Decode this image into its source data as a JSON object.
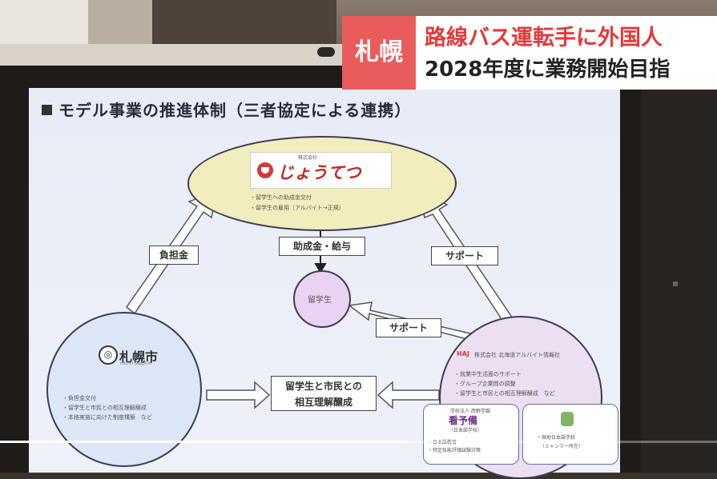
{
  "caption": {
    "location": "札幌",
    "headline": "路線バス運転手に外国人",
    "subline": "2028年度に業務開始目指"
  },
  "slide": {
    "title": "モデル事業の推進体制（三者協定による連携）",
    "top_org": {
      "small_label": "株式会社",
      "logo_text": "じょうてつ",
      "lines": [
        "・留学生への助成金交付",
        "・留学生の雇用（アルバイト→正規）"
      ]
    },
    "center": {
      "label": "留学生"
    },
    "left_org": {
      "name": "札幌市",
      "sub": "City of Sapporo",
      "emblem": "◎",
      "lines": [
        "・負担金交付",
        "・留学生と市民との相互理解醸成",
        "・本格実施に向けた制度構築　など"
      ]
    },
    "right_org": {
      "logo": "HAJ",
      "name": "株式会社 北海道アルバイト情報社",
      "lines": [
        "・就業中生活面のサポート",
        "・グループ企業間の調整",
        "・留学生と市民との相互理解醸成　など"
      ],
      "school_left": {
        "small": "学校法人 西野学園",
        "title": "看予備",
        "sub": "（日本語学校）",
        "lines": [
          "・日本語教育",
          "・特定技能評価試験対策"
        ]
      },
      "school_right": {
        "lines": [
          "・現地日本語学校",
          "（ミャンマー所在）"
        ]
      }
    },
    "arrows": {
      "left": "負担金",
      "right": "サポート",
      "middle": "助成金・給与",
      "center_right": "サポート",
      "bottom": "留学生と市民との\n相互理解醸成"
    }
  },
  "video": {
    "progress": 0.57
  },
  "colors": {
    "badge": "#ea5b5b",
    "headline": "#e23a3a"
  }
}
